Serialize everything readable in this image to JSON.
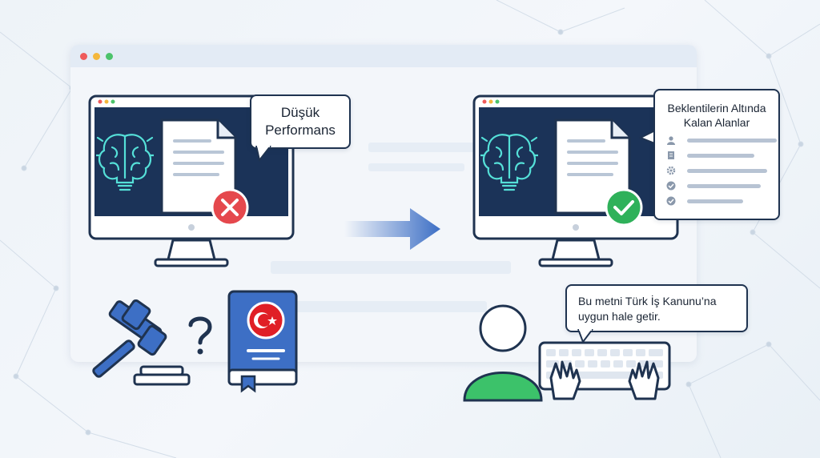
{
  "left_panel": {
    "bubble_line1": "Düşük",
    "bubble_line2": "Performans",
    "status_icon": "x-circle-icon",
    "status_color": "#e5484d"
  },
  "right_panel": {
    "bubble_line1": "Beklentilerin Altında",
    "bubble_line2": "Kalan Alanlar",
    "status_icon": "check-circle-icon",
    "status_color": "#2fb15a",
    "list_icons": [
      "user-icon",
      "document-icon",
      "gear-icon",
      "check-icon",
      "check-icon"
    ]
  },
  "user_prompt": {
    "line1": "Bu metni Türk İş Kanunu’na",
    "line2": "uygun hale getir."
  },
  "colors": {
    "navy": "#1f3350",
    "screen": "#1b3358",
    "brain_glow": "#55e0d8",
    "accent_blue": "#3d6fc5",
    "user_green": "#3cc26a",
    "flag_red": "#e01f26"
  }
}
